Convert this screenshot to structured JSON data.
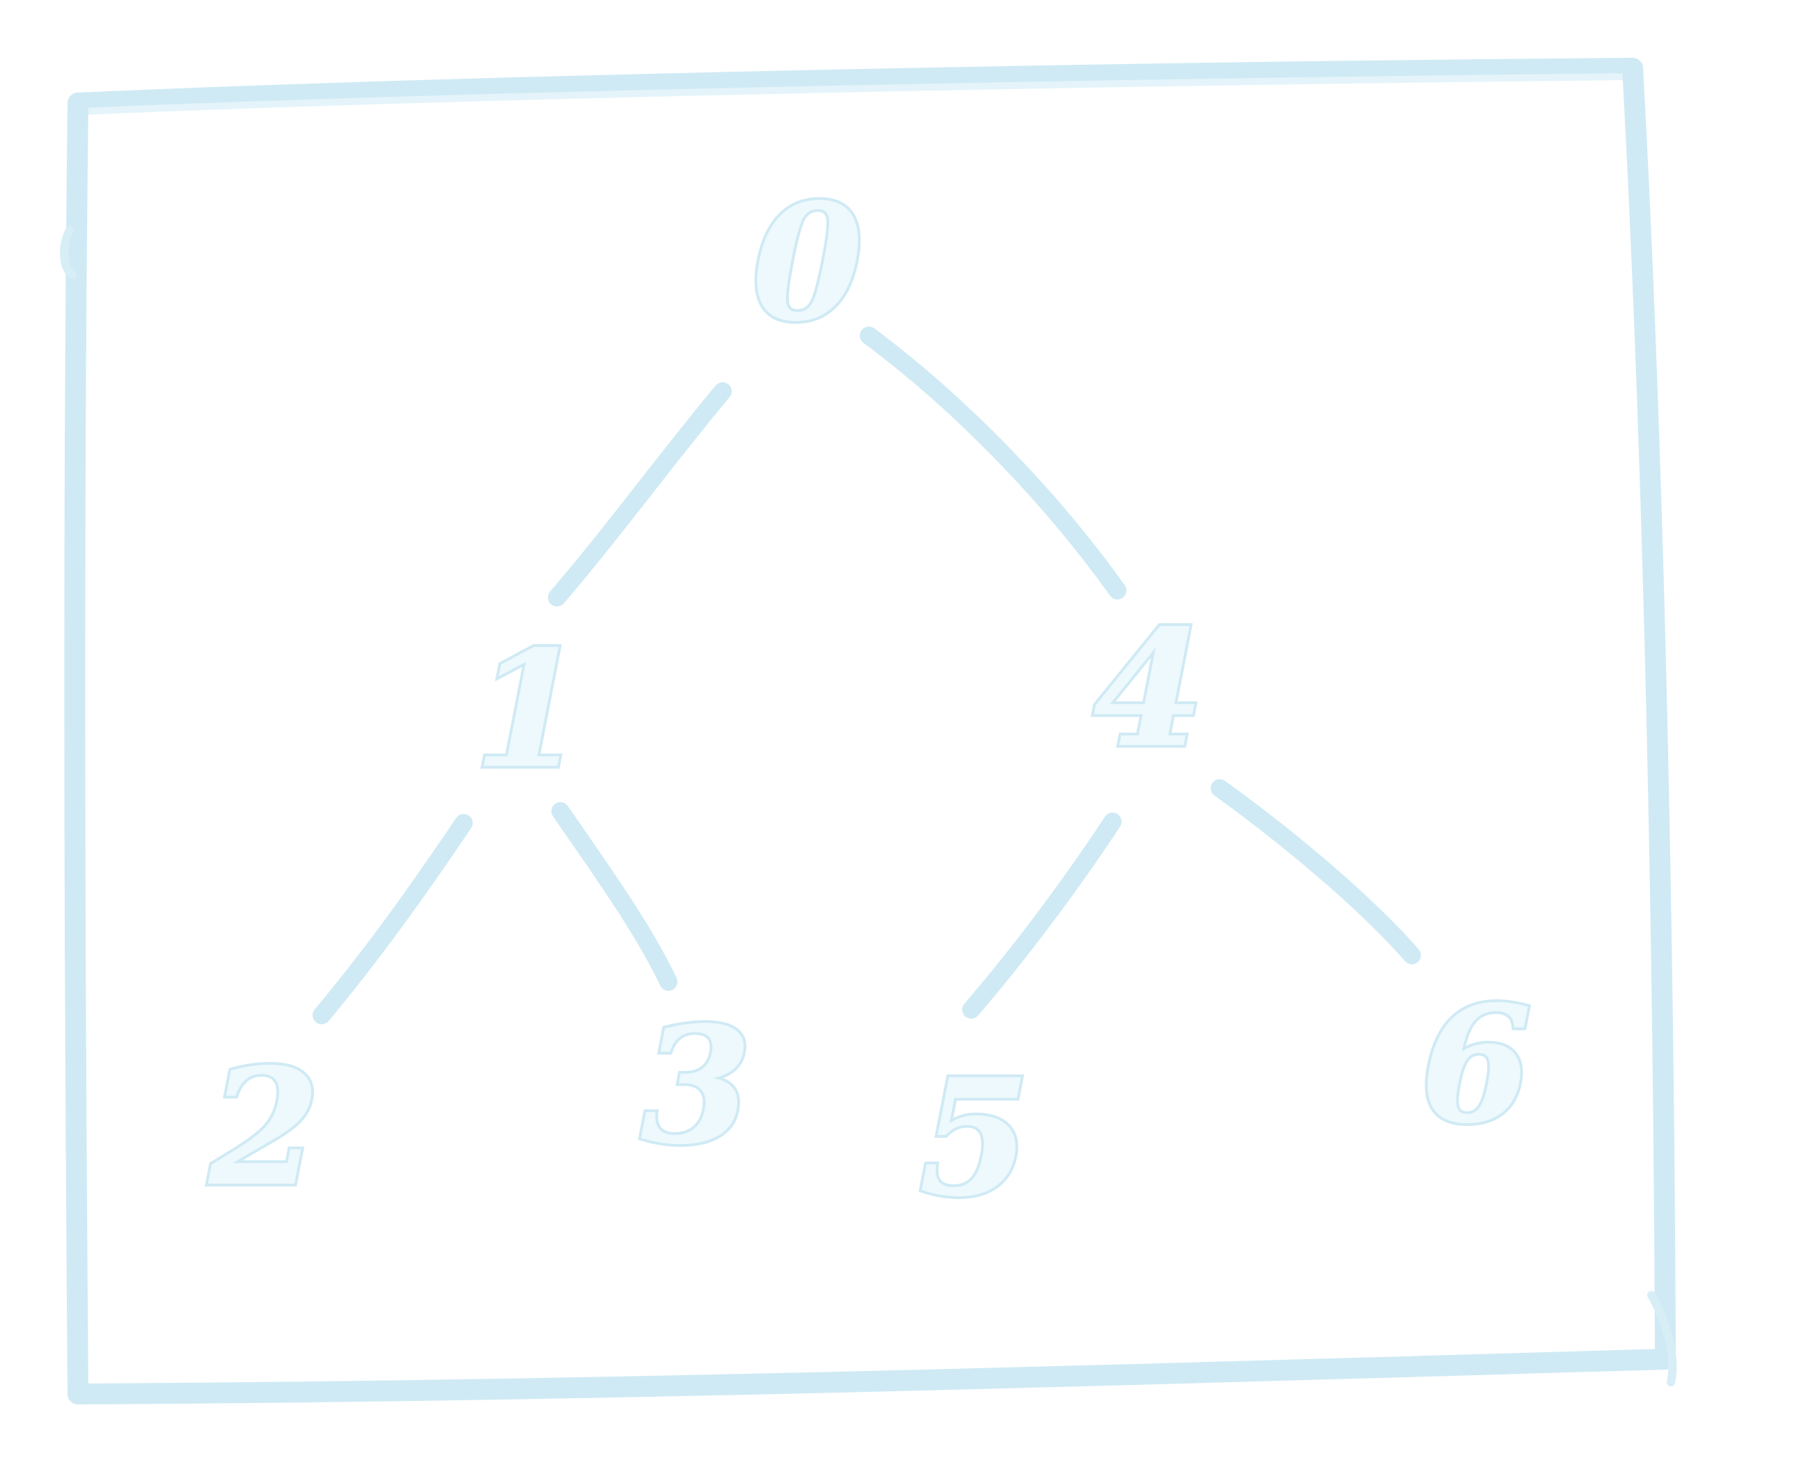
{
  "diagram": {
    "type": "binary-tree",
    "colors": {
      "pencil": "#cfeaf4",
      "pencil_dark": "#bfe1ee",
      "background": "#ffffff"
    },
    "nodes": [
      {
        "id": "n0",
        "label": "0"
      },
      {
        "id": "n1",
        "label": "1"
      },
      {
        "id": "n4",
        "label": "4"
      },
      {
        "id": "n2",
        "label": "2"
      },
      {
        "id": "n3",
        "label": "3"
      },
      {
        "id": "n5",
        "label": "5"
      },
      {
        "id": "n6",
        "label": "6"
      }
    ],
    "edges": [
      {
        "from": "0",
        "to": "1"
      },
      {
        "from": "0",
        "to": "4"
      },
      {
        "from": "1",
        "to": "2"
      },
      {
        "from": "1",
        "to": "3"
      },
      {
        "from": "4",
        "to": "5"
      },
      {
        "from": "4",
        "to": "6"
      }
    ]
  }
}
